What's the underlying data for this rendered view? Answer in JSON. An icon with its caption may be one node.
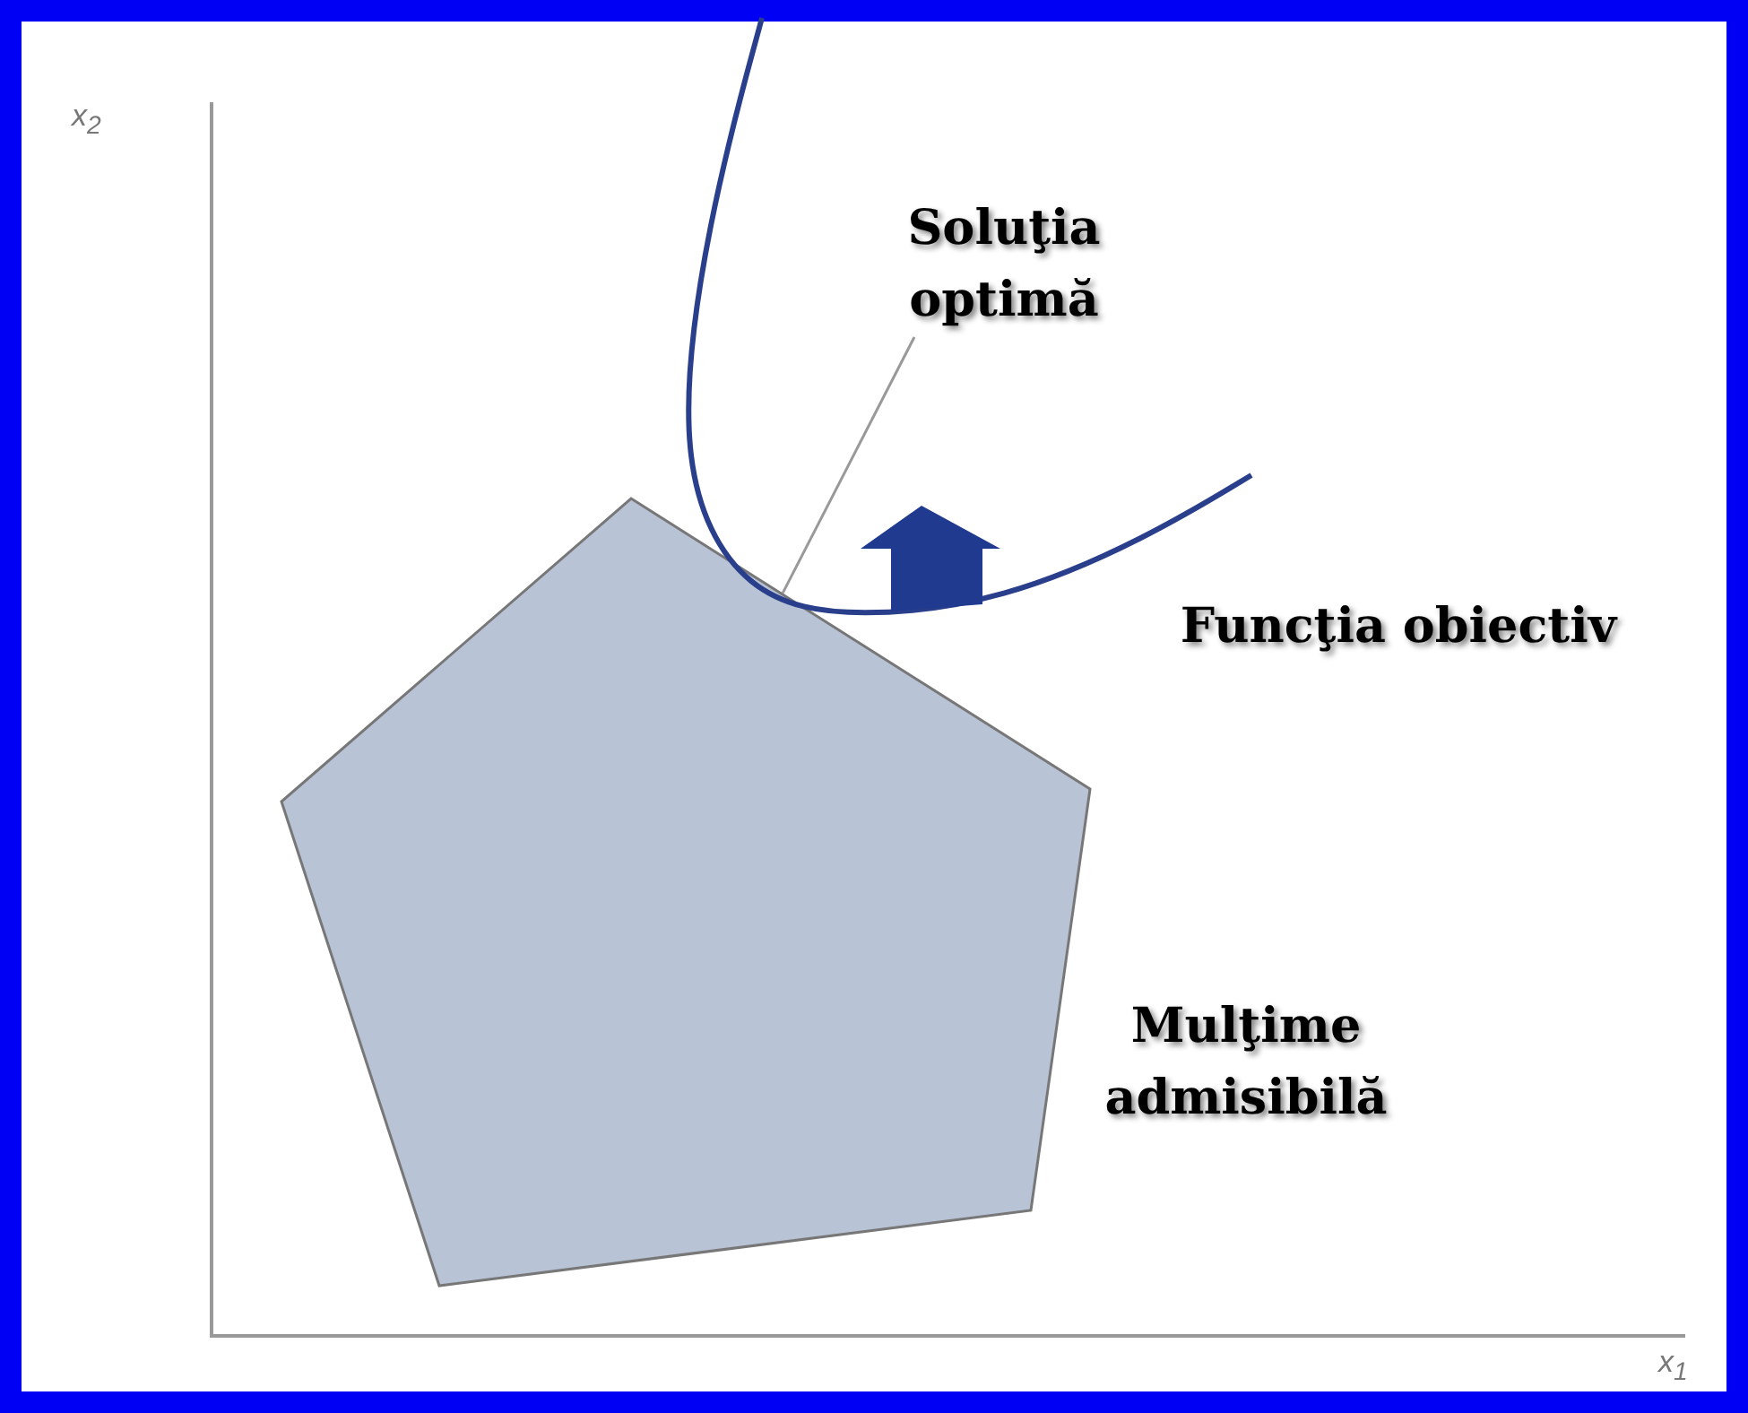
{
  "diagram": {
    "nodes": [
      {
        "text": [
          "Soluţia optimă"
        ]
      },
      {
        "text": [],
        "shape": "pentagon"
      }
    ],
    "edges": [
      {
        "from": 0,
        "to": 1,
        "arrow": "none"
      }
    ],
    "labels": [
      "x$_{2}$",
      "Funcţia obiectiv",
      "Mulţime admisibilă",
      "x$_{1}$"
    ]
  }
}
